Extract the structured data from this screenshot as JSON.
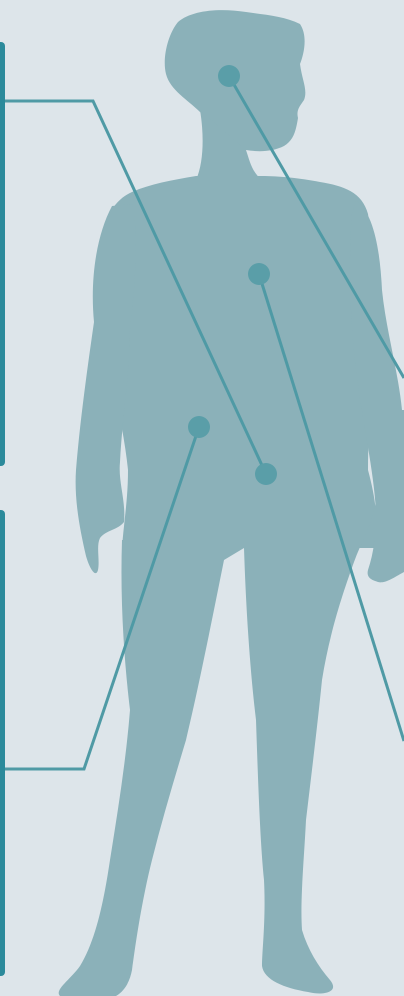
{
  "colors": {
    "background": "#dde5ea",
    "silhouette": "#8bb1b9",
    "connector": "#4f9aa5",
    "marker": "#5a9ea8",
    "panel_edge": "#2b8a9b"
  },
  "figure": {
    "icon": "human-body-silhouette",
    "markers": [
      "head",
      "chest",
      "hip",
      "pelvis"
    ]
  },
  "callout_panels": [
    "upper",
    "lower"
  ]
}
